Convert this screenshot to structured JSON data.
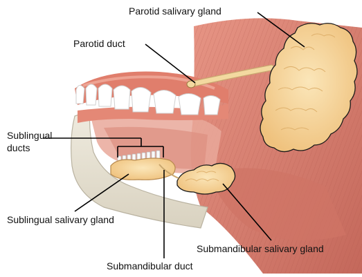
{
  "labels": {
    "parotid_gland": "Parotid salivary gland",
    "parotid_duct": "Parotid duct",
    "sublingual_ducts_line1": "Sublingual",
    "sublingual_ducts_line2": "ducts",
    "sublingual_gland": "Sublingual salivary gland",
    "submandibular_gland": "Submandibular salivary gland",
    "submandibular_duct": "Submandibular duct"
  },
  "colors": {
    "muscle": "#d8786a",
    "muscle_dark": "#b85d50",
    "muscle_light": "#eaa596",
    "gland": "#f5d296",
    "gland_edge": "#1a1a1a",
    "duct": "#f3d9a0",
    "bone": "#e7e2d3",
    "bone_edge": "#b9b2a0",
    "tooth": "#ffffff",
    "gum": "#e48876",
    "leader": "#000000"
  }
}
